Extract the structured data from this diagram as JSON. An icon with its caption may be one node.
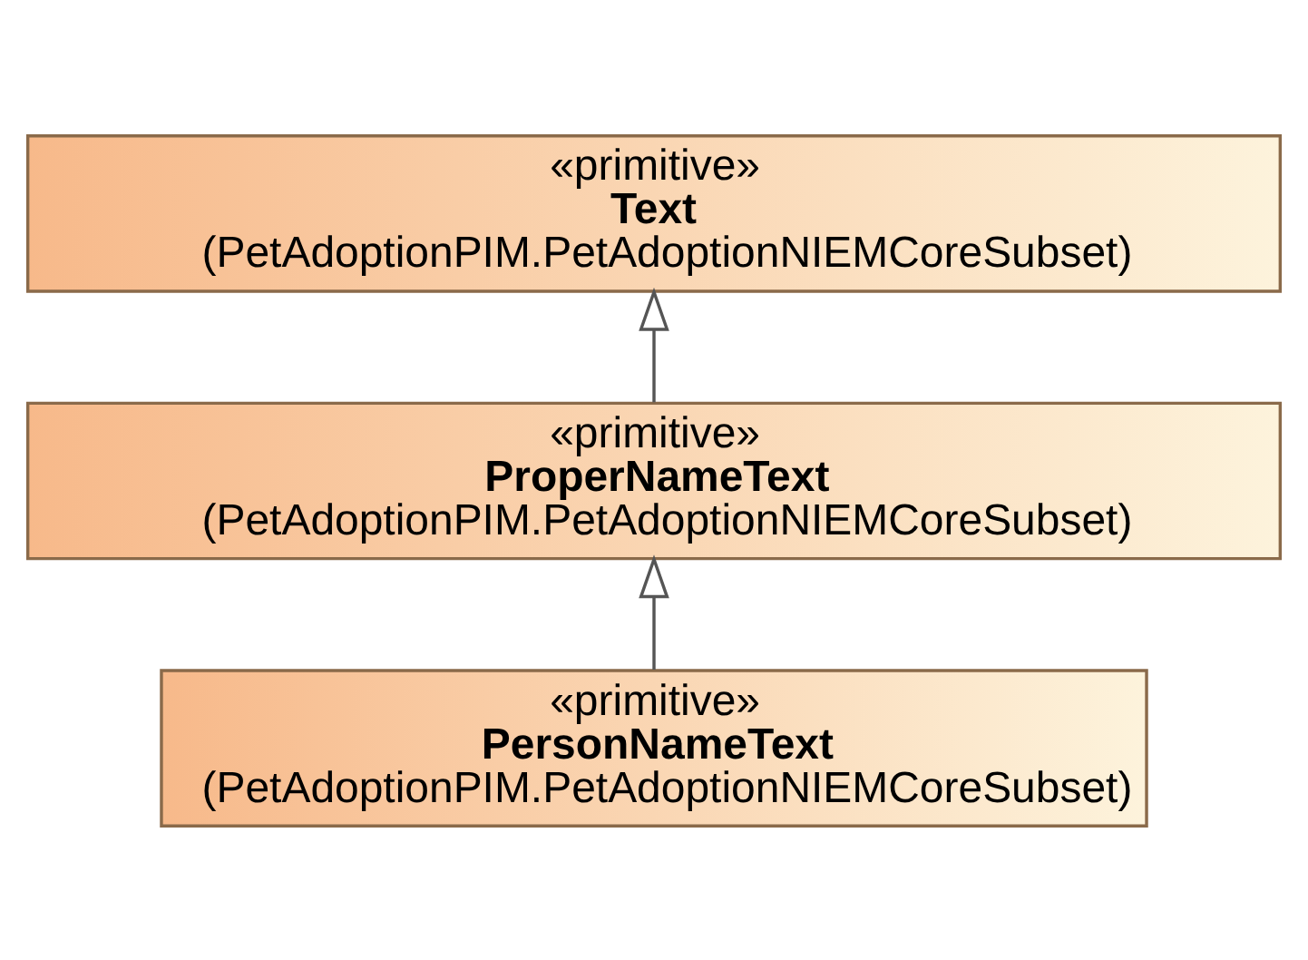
{
  "diagram": {
    "nodes": [
      {
        "text": [
          "«primitive»",
          "Text",
          "(PetAdoptionPIM.PetAdoptionNIEMCoreSubset)"
        ]
      },
      {
        "text": [
          "«primitive»",
          "ProperNameText",
          "(PetAdoptionPIM.PetAdoptionNIEMCoreSubset)"
        ]
      },
      {
        "text": [
          "«primitive»",
          "PersonNameText",
          "(PetAdoptionPIM.PetAdoptionNIEMCoreSubset)"
        ]
      }
    ],
    "edges": [
      {
        "from": 1,
        "to": 0,
        "arrow": "to"
      },
      {
        "from": 2,
        "to": 1,
        "arrow": "to"
      }
    ]
  }
}
